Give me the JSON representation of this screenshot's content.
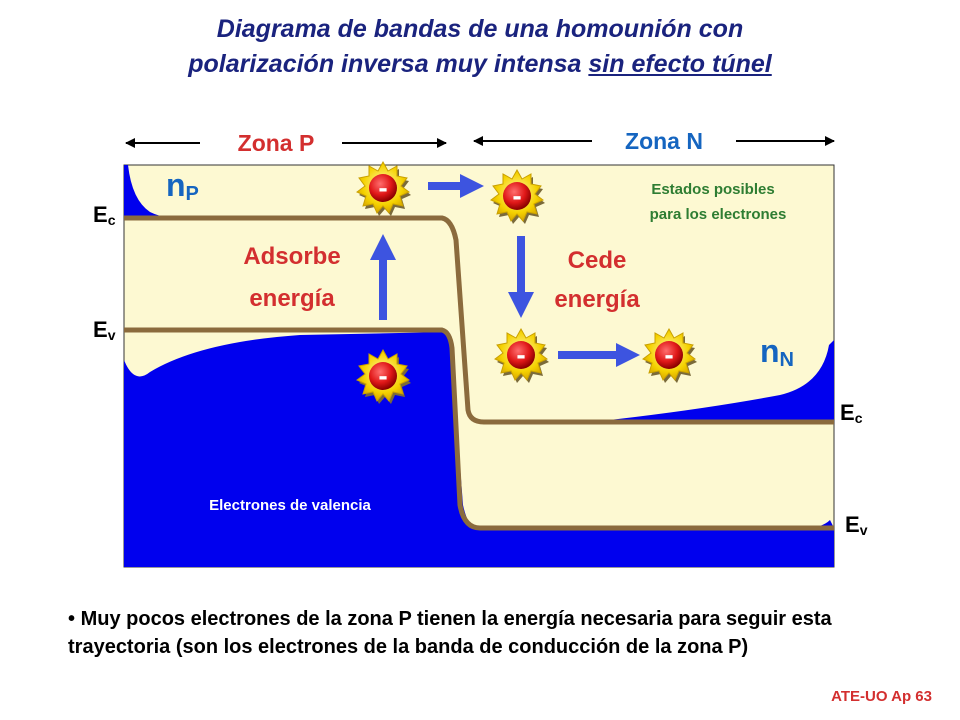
{
  "slide": {
    "title_line1": "Diagrama de bandas de una homounión con",
    "title_line2_a": "polarización inversa muy intensa ",
    "title_line2_b": "sin efecto túnel",
    "footer": "ATE-UO Ap 63"
  },
  "diagram": {
    "zona_p": "Zona P",
    "zona_n": "Zona N",
    "np_main": "n",
    "np_sub": "P",
    "nn_main": "n",
    "nn_sub": "N",
    "ec_main": "E",
    "ec_sub": "c",
    "ev_main": "E",
    "ev_sub": "v",
    "estados_line1": "Estados posibles",
    "estados_line2": "para los electrones",
    "adsorbe_line1": "Adsorbe",
    "adsorbe_line2": "energía",
    "cede_line1": "Cede",
    "cede_line2": "energía",
    "valencia": "Electrones de valencia",
    "electron_sign": "-"
  },
  "bullet": {
    "text": "Muy pocos electrones de la zona P tienen la energía necesaria para seguir esta trayectoria (son los electrones de la banda de conducción de la zona P)"
  },
  "colors": {
    "title": "#1a237e",
    "label_red": "#d32f2f",
    "label_blue": "#1565c0",
    "estados_green": "#2e7d32",
    "band_fill": "#fdf9d2",
    "electron_blue": "#0000ee",
    "band_line": "#8b6b3d",
    "arrow_blue": "#3d54e0"
  }
}
